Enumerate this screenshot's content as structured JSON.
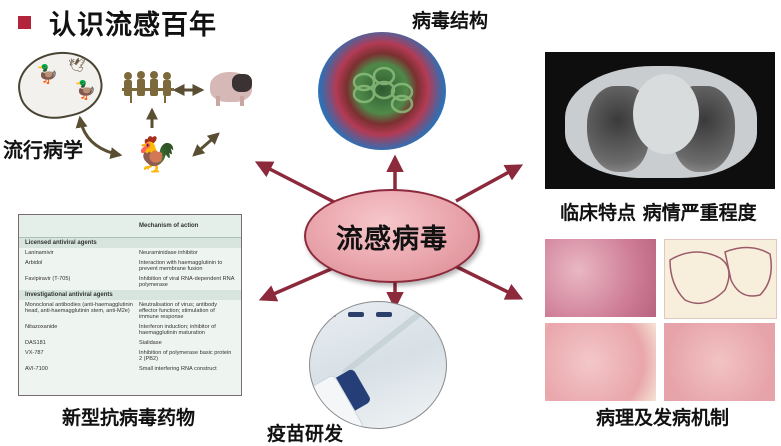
{
  "title": "认识流感百年",
  "center": {
    "label": "流感病毒"
  },
  "colors": {
    "bullet": "#b3243a",
    "arrow": "#8c2a3c",
    "ellipse_fill": "#e9a4ab",
    "epi_arrow": "#5a4f33"
  },
  "nodes": {
    "epidemiology": {
      "label": "流行病学",
      "icons": [
        "wild-birds",
        "humans",
        "pig",
        "chickens"
      ]
    },
    "virus_structure": {
      "label": "病毒结构"
    },
    "clinical": {
      "label": "临床特点 病情严重程度"
    },
    "antiviral": {
      "label": "新型抗病毒药物"
    },
    "vaccine": {
      "label": "疫苗研发"
    },
    "pathology": {
      "label": "病理及发病机制"
    }
  },
  "antiviral_table": {
    "header": "Mechanism of action",
    "sections": [
      {
        "title": "Licensed antiviral agents",
        "rows": [
          {
            "agent": "Laninamivir",
            "mechanism": "Neuraminidase inhibitor"
          },
          {
            "agent": "Arbidol",
            "mechanism": "Interaction with haemagglutinin to prevent membrane fusion"
          },
          {
            "agent": "Favipiravir (T-705)",
            "mechanism": "Inhibition of viral RNA-dependent RNA polymerase"
          }
        ]
      },
      {
        "title": "Investigational antiviral agents",
        "rows": [
          {
            "agent": "Monoclonal antibodies (anti-haemagglutinin head, anti-haemagglutinin stem, anti-M2e)",
            "mechanism": "Neutralisation of virus; antibody effector function; stimulation of immune response"
          },
          {
            "agent": "Nitazoxanide",
            "mechanism": "Interferon induction; inhibitor of haemagglutinin maturation"
          },
          {
            "agent": "DAS181",
            "mechanism": "Sialidase"
          },
          {
            "agent": "VX-787",
            "mechanism": "Inhibition of polymerase basic protein 2 (PB2)"
          },
          {
            "agent": "AVI-7100",
            "mechanism": "Small interfering RNA construct"
          }
        ]
      }
    ]
  }
}
